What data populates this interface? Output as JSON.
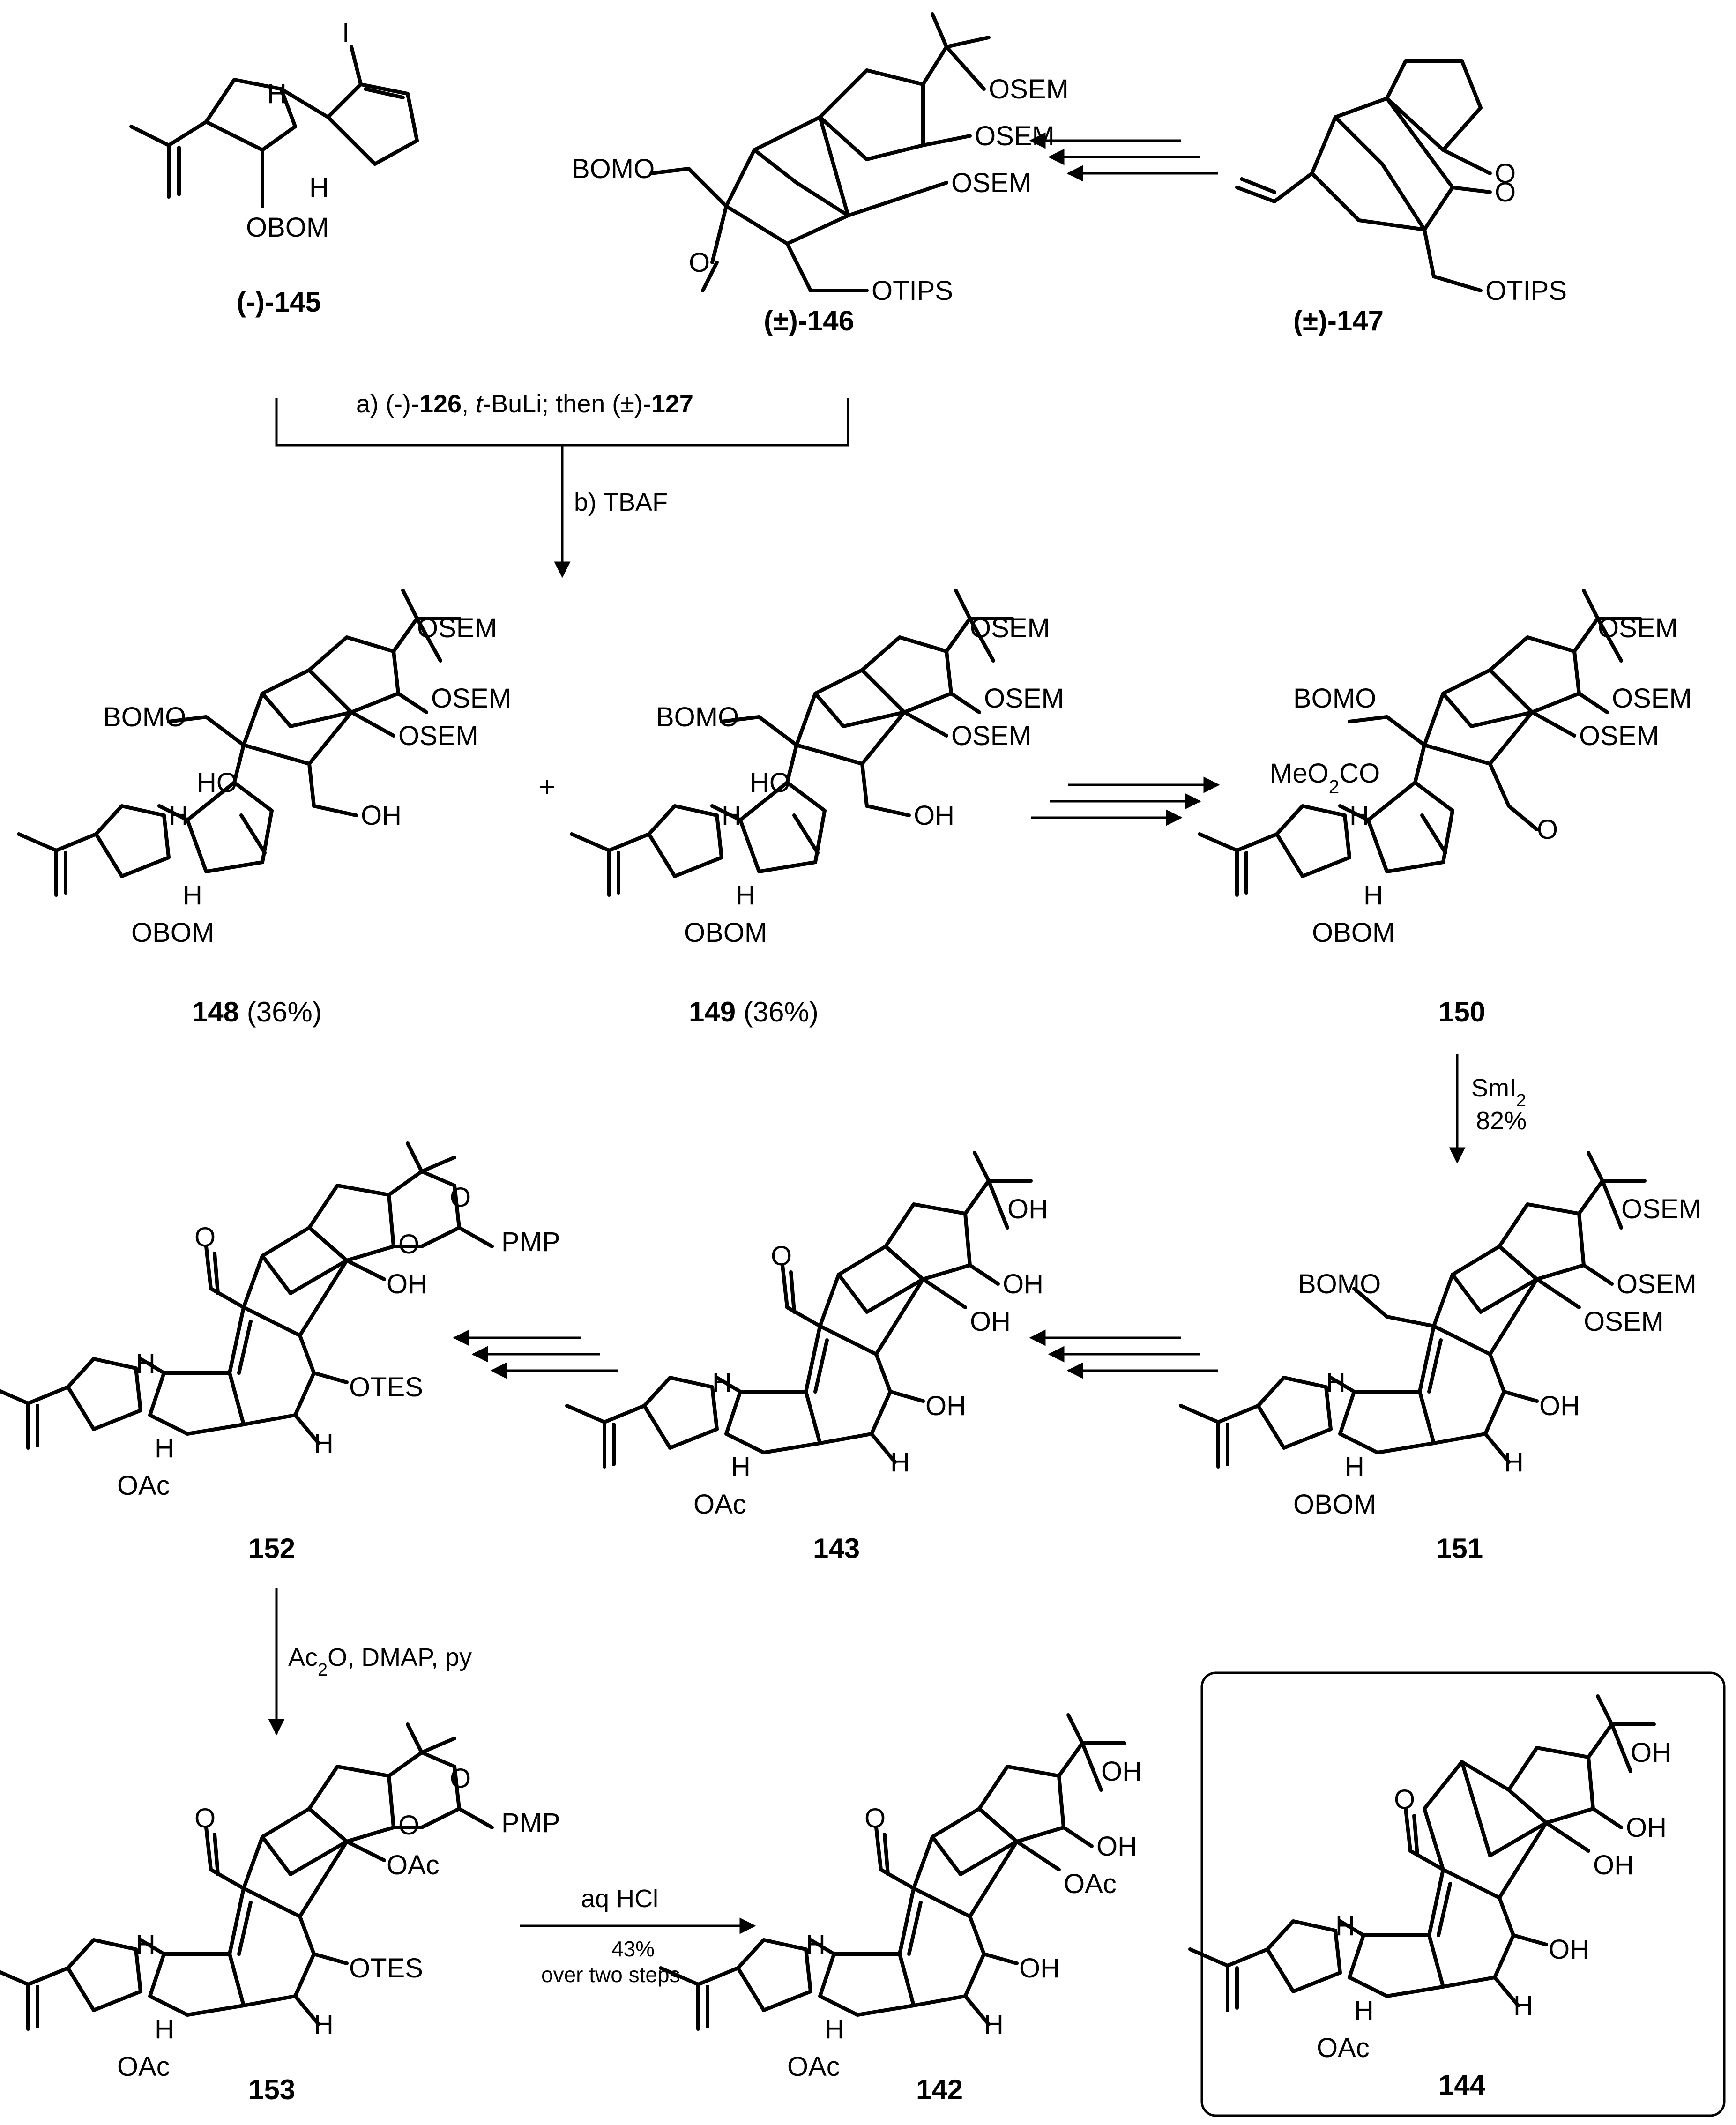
{
  "compounds": {
    "c145": {
      "label": "(-)-145",
      "groups": [
        "I",
        "H",
        "H",
        "OBOM"
      ]
    },
    "c146": {
      "label": "(±)-146",
      "groups": [
        "OSEM",
        "BOMO",
        "OSEM",
        "OSEM",
        "O",
        "OTIPS"
      ]
    },
    "c147": {
      "label": "(±)-147",
      "groups": [
        "O",
        "O",
        "OTIPS"
      ]
    },
    "c148": {
      "label": "148",
      "yield": "(36%)",
      "groups": [
        "OSEM",
        "BOMO",
        "OSEM",
        "OSEM",
        "HO",
        "OH",
        "H",
        "H",
        "OBOM"
      ]
    },
    "c149": {
      "label": "149",
      "yield": "(36%)",
      "groups": [
        "OSEM",
        "BOMO",
        "OSEM",
        "OSEM",
        "HO",
        "OH",
        "H",
        "H",
        "OBOM"
      ]
    },
    "c150": {
      "label": "150",
      "groups": [
        "OSEM",
        "BOMO",
        "OSEM",
        "MeO2CO",
        "OSEM",
        "O",
        "H",
        "H",
        "OBOM"
      ]
    },
    "c151": {
      "label": "151",
      "groups": [
        "OSEM",
        "BOMO",
        "OSEM",
        "OSEM",
        "H",
        "OH",
        "H",
        "H",
        "OBOM"
      ]
    },
    "c143": {
      "label": "143",
      "groups": [
        "OH",
        "O",
        "OH",
        "OH",
        "H",
        "OH",
        "H",
        "H",
        "OAc"
      ]
    },
    "c152": {
      "label": "152",
      "groups": [
        "O",
        "O",
        "O",
        "PMP",
        "OH",
        "H",
        "OTES",
        "H",
        "H",
        "OAc"
      ]
    },
    "c153": {
      "label": "153",
      "groups": [
        "O",
        "O",
        "O",
        "PMP",
        "OAc",
        "H",
        "OTES",
        "H",
        "H",
        "OAc"
      ]
    },
    "c142": {
      "label": "142",
      "groups": [
        "OH",
        "O",
        "OH",
        "OAc",
        "H",
        "OH",
        "H",
        "H",
        "OAc"
      ]
    },
    "c144": {
      "label": "144",
      "groups": [
        "OH",
        "O",
        "OH",
        "OH",
        "H",
        "OH",
        "H",
        "H",
        "OAc"
      ]
    }
  },
  "conditions": {
    "step_a_pre": "a) (-)-",
    "step_a_b1": "126",
    "step_a_mid1": ", ",
    "step_a_it": "t",
    "step_a_mid2": "-BuLi; then (±)-",
    "step_a_b2": "127",
    "step_b": "b)  TBAF",
    "plus": "+",
    "smi2": "SmI2",
    "smi2_yield": "82%",
    "ac2o": "Ac2O, DMAP, py",
    "aqhcl": "aq HCl",
    "aqhcl_yield": "43%",
    "aqhcl_note": "over two steps"
  },
  "highlight": {
    "boxed_compound": "144",
    "border_color": "#000000"
  }
}
